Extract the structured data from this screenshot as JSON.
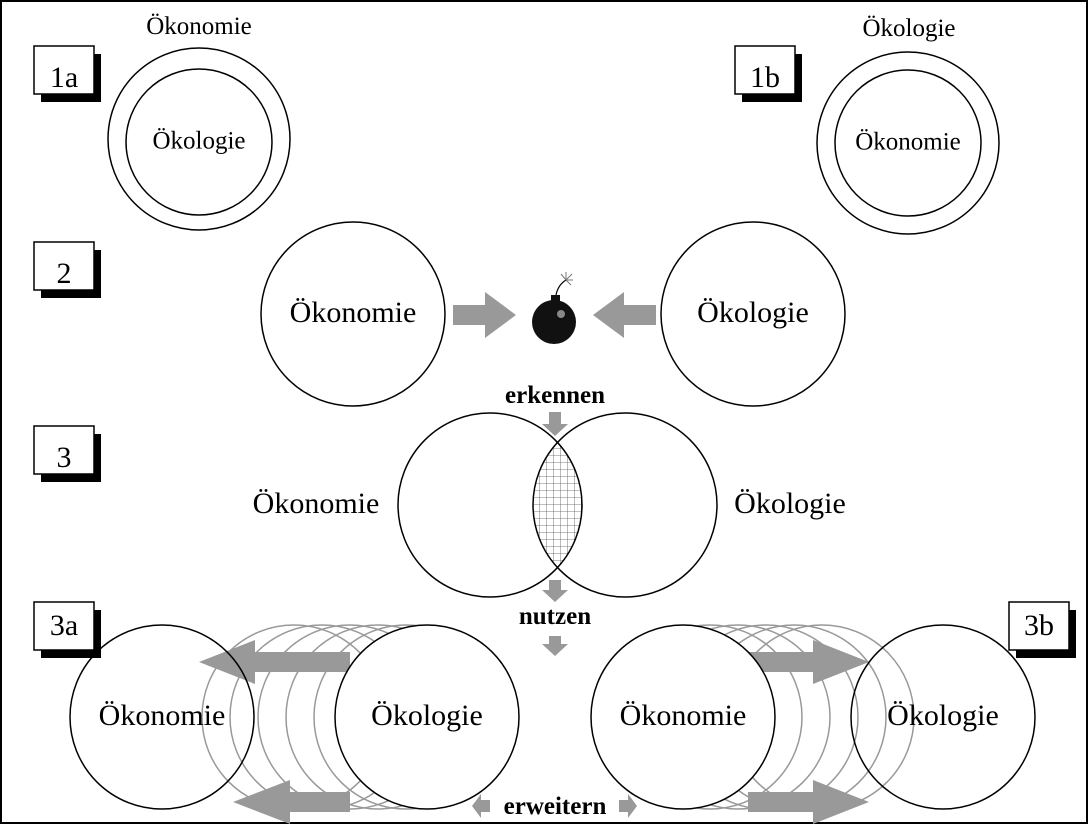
{
  "badges": {
    "b1a": "1a",
    "b1b": "1b",
    "b2": "2",
    "b3": "3",
    "b3a": "3a",
    "b3b": "3b"
  },
  "panel_1a": {
    "outer": "Ökonomie",
    "inner": "Ökologie"
  },
  "panel_1b": {
    "outer": "Ökologie",
    "inner": "Ökonomie"
  },
  "panel_2": {
    "left": "Ökonomie",
    "right": "Ökologie",
    "center_icon": "bomb-icon"
  },
  "panel_3": {
    "left": "Ökonomie",
    "right": "Ökologie",
    "top_verb": "erkennen",
    "bottom_verb": "nutzen"
  },
  "panel_3a": {
    "left": "Ökonomie",
    "right": "Ökologie"
  },
  "panel_3b": {
    "left": "Ökonomie",
    "right": "Ökologie"
  },
  "bottom_verb": "erweitern",
  "colors": {
    "stroke": "#000000",
    "arrow": "#999999",
    "ghost": "#999999",
    "shadow": "#000000"
  }
}
